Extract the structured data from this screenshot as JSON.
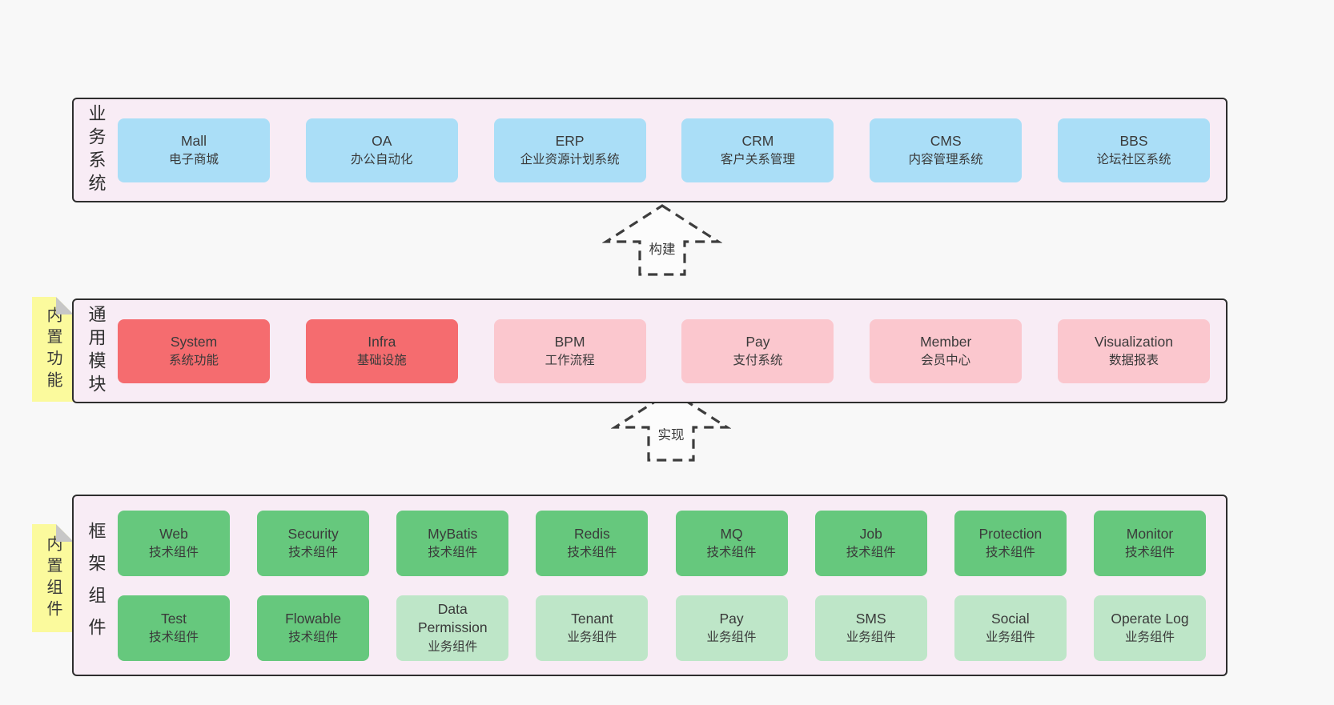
{
  "colors": {
    "page_bg": "#f8f8f8",
    "section_bg": "#f8ecf5",
    "section_border": "#2e2e2e",
    "blue_box": "#aadef7",
    "red_box": "#f56c6f",
    "pink_box": "#fbc7ce",
    "green_box": "#66c87d",
    "light_green_box": "#bee6c8",
    "sticky_note": "#fbfa9d",
    "sticky_fold": "#c7c7c7",
    "text": "#3a3a3a"
  },
  "sections": [
    {
      "id": "business-systems",
      "label": "业务系统",
      "boxes": [
        {
          "name": "Mall",
          "desc": "电子商城"
        },
        {
          "name": "OA",
          "desc": "办公自动化"
        },
        {
          "name": "ERP",
          "desc": "企业资源计划系统"
        },
        {
          "name": "CRM",
          "desc": "客户关系管理"
        },
        {
          "name": "CMS",
          "desc": "内容管理系统"
        },
        {
          "name": "BBS",
          "desc": "论坛社区系统"
        }
      ]
    },
    {
      "id": "common-modules",
      "label": "通用模块",
      "sticky": "内置功能",
      "boxes": [
        {
          "name": "System",
          "desc": "系统功能"
        },
        {
          "name": "Infra",
          "desc": "基础设施"
        },
        {
          "name": "BPM",
          "desc": "工作流程"
        },
        {
          "name": "Pay",
          "desc": "支付系统"
        },
        {
          "name": "Member",
          "desc": "会员中心"
        },
        {
          "name": "Visualization",
          "desc": "数据报表"
        }
      ]
    },
    {
      "id": "framework-components",
      "label": "框架组件",
      "sticky": "内置组件",
      "rows": [
        [
          {
            "name": "Web",
            "desc": "技术组件"
          },
          {
            "name": "Security",
            "desc": "技术组件"
          },
          {
            "name": "MyBatis",
            "desc": "技术组件"
          },
          {
            "name": "Redis",
            "desc": "技术组件"
          },
          {
            "name": "MQ",
            "desc": "技术组件"
          },
          {
            "name": "Job",
            "desc": "技术组件"
          },
          {
            "name": "Protection",
            "desc": "技术组件"
          },
          {
            "name": "Monitor",
            "desc": "技术组件"
          }
        ],
        [
          {
            "name": "Test",
            "desc": "技术组件"
          },
          {
            "name": "Flowable",
            "desc": "技术组件"
          },
          {
            "name": "Data Permission",
            "desc": "业务组件"
          },
          {
            "name": "Tenant",
            "desc": "业务组件"
          },
          {
            "name": "Pay",
            "desc": "业务组件"
          },
          {
            "name": "SMS",
            "desc": "业务组件"
          },
          {
            "name": "Social",
            "desc": "业务组件"
          },
          {
            "name": "Operate Log",
            "desc": "业务组件"
          }
        ]
      ]
    }
  ],
  "arrows": [
    {
      "label": "构建"
    },
    {
      "label": "实现"
    }
  ]
}
